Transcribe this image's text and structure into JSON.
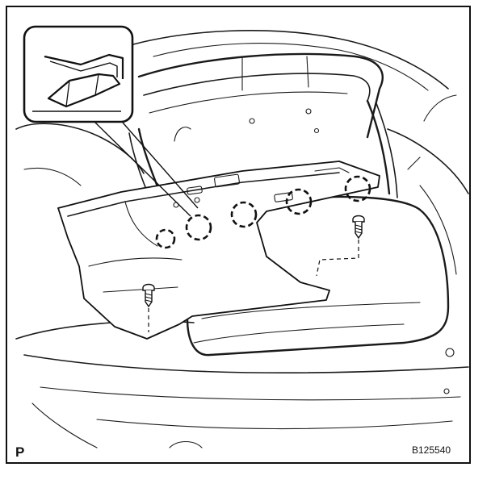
{
  "figure": {
    "view_label": "P",
    "figure_code": "B125540"
  },
  "callouts": {
    "clips_count": 5,
    "screws_count": 2
  },
  "icons": {
    "detail": "clip-detail-icon",
    "screw": "screw-icon",
    "clip": "clip-location-icon"
  }
}
